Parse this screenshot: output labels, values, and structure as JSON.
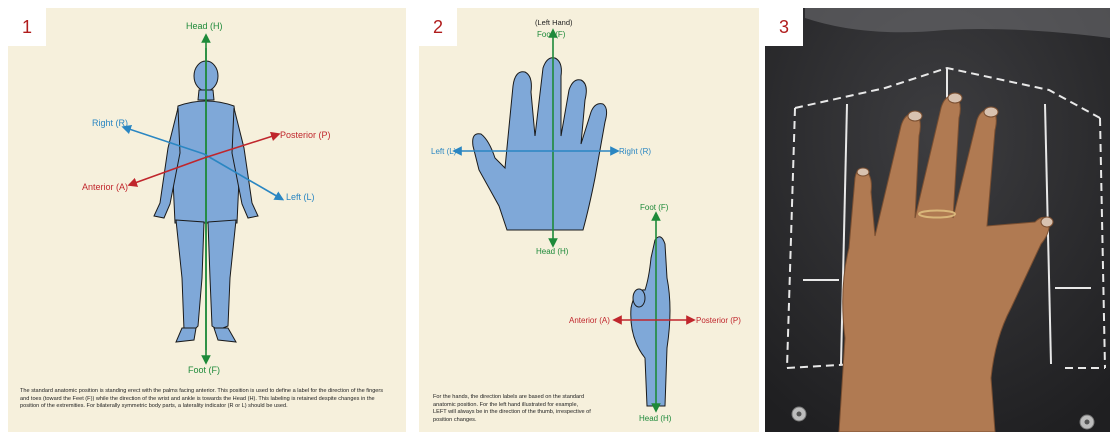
{
  "panel1": {
    "number": "1",
    "labels": {
      "head": "Head (H)",
      "foot": "Foot (F)",
      "right": "Right (R)",
      "left": "Left (L)",
      "posterior": "Posterior (P)",
      "anterior": "Anterior (A)"
    },
    "caption": "The standard anatomic position is standing erect with the palms facing anterior. This position is used to define a label for the direction of the fingers and toes (toward the Feet (F)) while the direction of the wrist and ankle is towards the Head (H). This labeling is retained despite changes in the position of the extremities. For bilaterally symmetric body parts, a laterality indicator (R or L) should be used."
  },
  "panel2": {
    "number": "2",
    "title": "(Left Hand)",
    "labels": {
      "foot_top": "Foot (F)",
      "head_bottom": "Head (H)",
      "left": "Left (L)",
      "right": "Right (R)",
      "foot_side": "Foot (F)",
      "anterior": "Anterior (A)",
      "posterior": "Posterior (P)",
      "head_side": "Head (H)"
    },
    "caption": "For the hands, the direction labels are based on the standard anatomic position. For the left hand illustrated for example, LEFT will always be in the direction of the thumb, irrespective of position changes."
  },
  "panel3": {
    "number": "3"
  },
  "colors": {
    "figure_fill": "#7fa8d8",
    "axis_green": "#1e8a3a",
    "axis_blue": "#2a86c2",
    "axis_red": "#c0262c",
    "panel_bg": "#f6f0dc"
  }
}
